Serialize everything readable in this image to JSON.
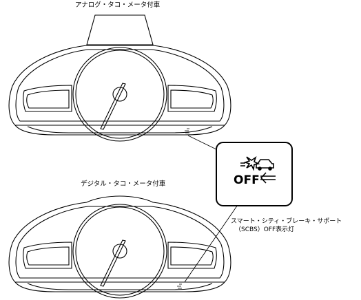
{
  "labels": {
    "analog_title": "アナログ・タコ・メータ付車",
    "digital_title": "デジタル・タコ・メータ付車",
    "callout_line1": "スマート・シティ・ブレーキ・サポート",
    "callout_line2": "（SCBS）OFF表示灯",
    "indicator_text": "OFF"
  },
  "icons": {
    "indicator": "scbs-off-indicator-icon"
  },
  "colors": {
    "line": "#000000",
    "background": "#ffffff"
  }
}
